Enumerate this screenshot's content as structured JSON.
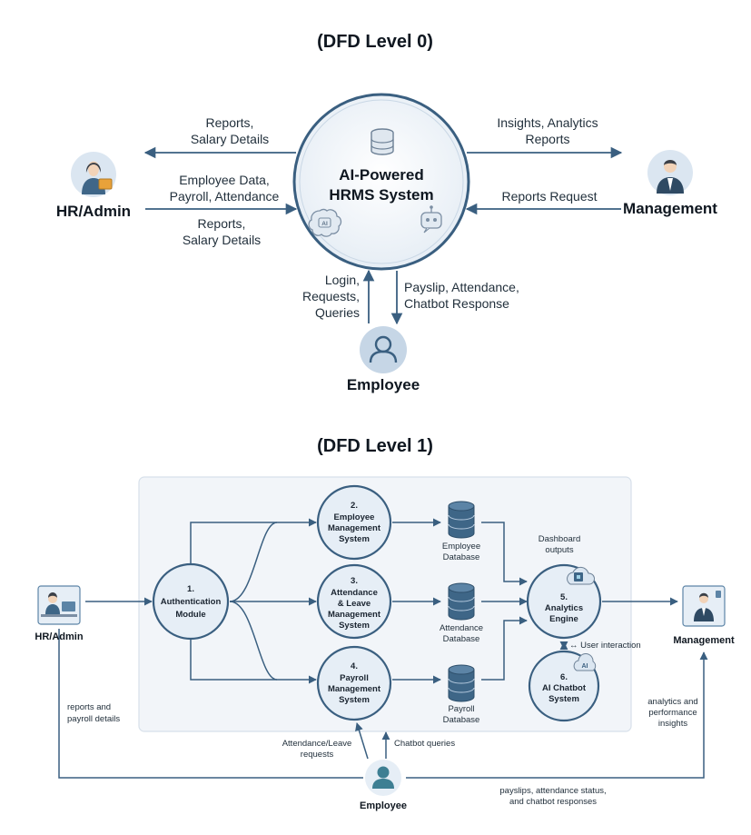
{
  "level0": {
    "title": "(DFD Level 0)",
    "system": {
      "line1": "AI-Powered",
      "line2": "HRMS System",
      "icons": [
        "database-icon",
        "ai-brain-icon",
        "robot-icon"
      ]
    },
    "actors": {
      "hr": "HR/Admin",
      "management": "Management",
      "employee": "Employee"
    },
    "flows": {
      "sys_to_hr": [
        "Reports,",
        "Salary Details"
      ],
      "hr_to_sys": [
        "Employee Data,",
        "Payroll, Attendance"
      ],
      "hr_to_sys_extra": [
        "Reports,",
        "Salary Details"
      ],
      "sys_to_mgmt": [
        "Insights, Analytics",
        "Reports"
      ],
      "mgmt_to_sys": "Reports Request",
      "emp_to_sys": [
        "Login,",
        "Requests,",
        "Queries"
      ],
      "sys_to_emp": [
        "Payslip, Attendance,",
        "Chatbot Response"
      ]
    }
  },
  "level1": {
    "title": "(DFD Level 1)",
    "actors": {
      "hr": "HR/Admin",
      "management": "Management",
      "employee": "Employee"
    },
    "processes": {
      "p1": [
        "1.",
        "Authentication",
        "Module"
      ],
      "p2": [
        "2.",
        "Employee",
        "Management",
        "System"
      ],
      "p3": [
        "3.",
        "Attendance",
        "& Leave",
        "Management",
        "System"
      ],
      "p4": [
        "4.",
        "Payroll",
        "Management",
        "System"
      ],
      "p5": [
        "5.",
        "Analytics",
        "Engine"
      ],
      "p6": [
        "6.",
        "AI Chatbot",
        "System"
      ]
    },
    "stores": {
      "employee": [
        "Employee",
        "Database"
      ],
      "attendance": [
        "Attendance",
        "Database"
      ],
      "payroll": [
        "Payroll",
        "Database"
      ]
    },
    "labels": {
      "dashboard": [
        "Dashboard",
        "outputs"
      ],
      "user_interaction": "↔ User interaction",
      "reports_payroll": [
        "reports and",
        "payroll details"
      ],
      "analytics_insights": [
        "analytics and",
        "performance",
        "insights"
      ],
      "attendance_requests": [
        "Attendance/Leave",
        "requests"
      ],
      "chatbot_queries": "Chatbot queries",
      "emp_outputs": [
        "payslips, attendance status,",
        "and chatbot responses"
      ]
    }
  },
  "colors": {
    "primary": "#3a5f80",
    "light_fill": "#e9f0f7",
    "panel": "#f2f5f9",
    "store": "#3e6687"
  }
}
